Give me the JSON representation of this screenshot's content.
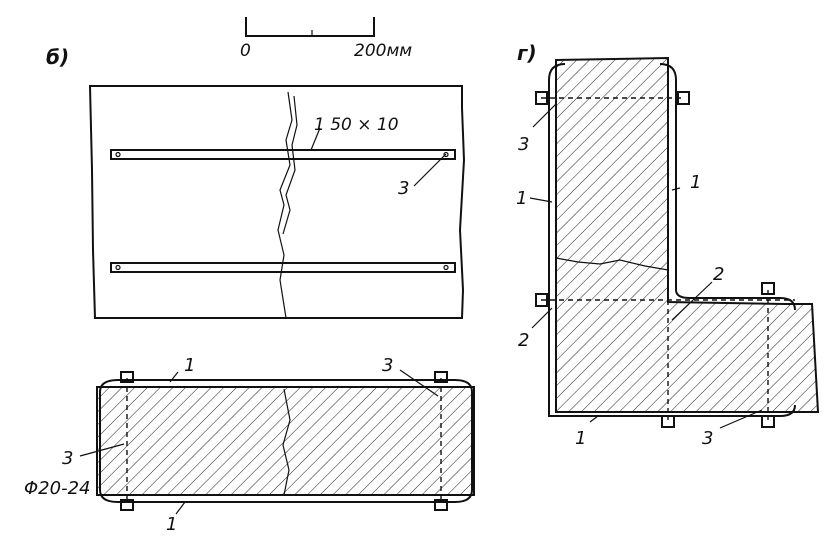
{
  "scale": {
    "zero_label": "0",
    "end_label": "200мм"
  },
  "panel_b": {
    "letter": "б)",
    "label_strip_size": "1  50 × 10",
    "label_3_top": "3",
    "label_1_bottom_top": "1",
    "label_3_bottom_right": "3",
    "label_3_bottom_left": "3",
    "label_diameter": "Φ20-24",
    "label_1_bottom": "1"
  },
  "panel_g": {
    "letter": "г)",
    "label_3_upper": "3",
    "label_1_left": "1",
    "label_1_right": "1",
    "label_2_right": "2",
    "label_2_left": "2",
    "label_1_lower": "1",
    "label_3_lower": "3"
  },
  "colors": {
    "ink": "#111111",
    "paper": "#ffffff"
  }
}
